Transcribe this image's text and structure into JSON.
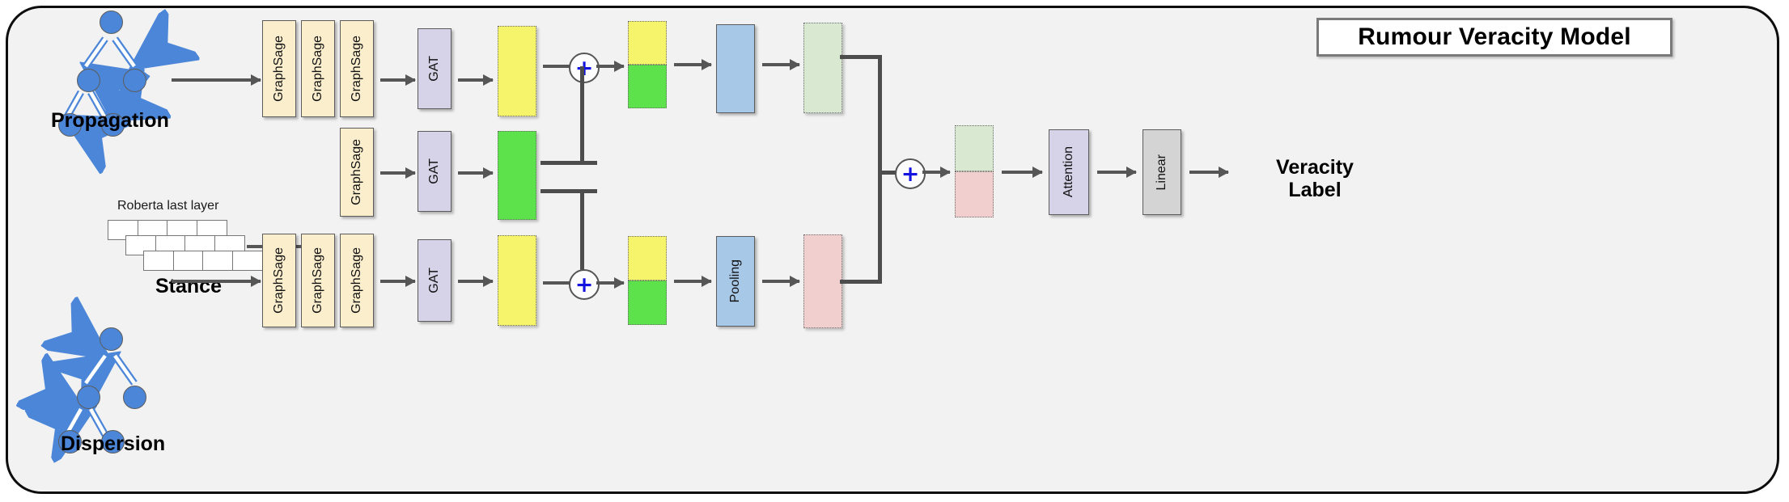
{
  "title": {
    "text": "Rumour Veracity Model"
  },
  "inputs": {
    "propagation": {
      "caption": "Propagation",
      "direction": "downward"
    },
    "stance": {
      "caption": "Stance",
      "sublabel": "Roberta last layer",
      "rows": 3,
      "cells_per_row": 4
    },
    "dispersion": {
      "caption": "Dispersion",
      "direction": "upward"
    }
  },
  "modules": {
    "graphsage": "GraphSage",
    "gat": "GAT",
    "pooling": "Pooling",
    "attention": "Attention",
    "linear": "Linear"
  },
  "branches": {
    "top": {
      "name": "propagation-branch",
      "graphsage_count": 3,
      "gat": "GAT",
      "feature": "yellow",
      "concat": [
        "yellow",
        "green"
      ],
      "pool": "",
      "output": "light-green"
    },
    "middle": {
      "name": "stance-branch",
      "graphsage_count": 1,
      "gat": "GAT",
      "feature": "green"
    },
    "bottom": {
      "name": "dispersion-branch",
      "graphsage_count": 3,
      "gat": "GAT",
      "feature": "yellow",
      "concat": [
        "yellow",
        "green"
      ],
      "pool": "Pooling",
      "output": "pink"
    }
  },
  "fusion": {
    "plus_glyph": "+",
    "concat": [
      "light-green",
      "pink"
    ],
    "attention": "Attention",
    "linear": "Linear"
  },
  "output": {
    "label": "Veracity\nLabel"
  },
  "colors": {
    "canvas": "#f2f2f2",
    "graphsage": "#faeecd",
    "gat": "#d6d2e8",
    "pooling": "#a8c8e8",
    "attention": "#d6d2e8",
    "linear": "#d4d4d4",
    "yellow": "#f6f46a",
    "green": "#5ee24c",
    "light_green": "#d9e8d0",
    "pink": "#f2cfcf",
    "node": "#4b86d8",
    "arrow": "#565656",
    "plus": "#1414e0"
  }
}
